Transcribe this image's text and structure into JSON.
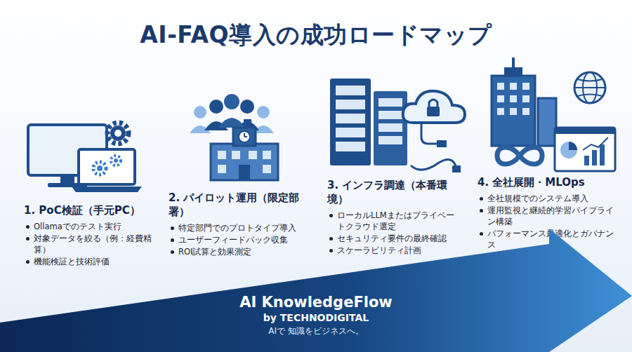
{
  "diagram": {
    "title": "AI-FAQ導入の成功ロードマップ",
    "nodes": [
      {
        "text": [
          "1. PoC検証（手元PC）",
          "Ollamaでのテスト実行",
          "対象データを絞る（例：経費精算）",
          "機能検証と技術評価"
        ]
      },
      {
        "text": [
          "2. パイロット運用（限定部署）",
          "特定部門でのプロトタイプ導入",
          "ユーザーフィードバック収集",
          "ROI試算と効果測定"
        ]
      },
      {
        "text": [
          "3. インフラ調達（本番環境）",
          "ローカルLLMまたはプライベートクラウド選定",
          "セキュリティ要件の最終確認",
          "スケーラビリティ計画"
        ]
      },
      {
        "text": [
          "4. 全社展開・MLOps",
          "全社規模でのシステム導入",
          "運用監視と継続的学習パイプライン構築",
          "パフォーマンス最適化とガバナンス"
        ]
      },
      {
        "text": [
          "AI KnowledgeFlow",
          "by TECHNODIGITAL",
          "AIで 知識をビジネスへ。"
        ]
      }
    ]
  }
}
